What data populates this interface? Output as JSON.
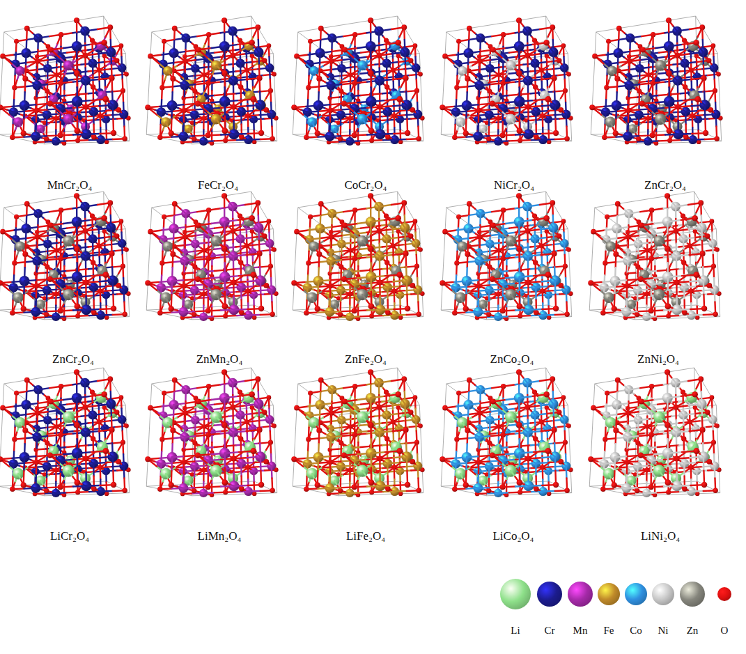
{
  "diagram": {
    "labels": [
      "MnCr₂O₄",
      "FeCr₂O₄",
      "CoCr₂O₄",
      "NiCr₂O₄",
      "ZnCr₂O₄",
      "ZnCr₂O₄",
      "ZnMn₂O₄",
      "ZnFe₂O₄",
      "ZnCo₂O₄",
      "ZnNi₂O₄",
      "LiCr₂O₄",
      "LiMn₂O₄",
      "LiFe₂O₄",
      "LiCo₂O₄",
      "LiNi₂O₄"
    ],
    "legend": [
      {
        "text": "Li",
        "color": "#8ee08a"
      },
      {
        "text": "Cr",
        "color": "#1c1c8e"
      },
      {
        "text": "Mn",
        "color": "#a52aa8"
      },
      {
        "text": "Fe",
        "color": "#c08a2a"
      },
      {
        "text": "Co",
        "color": "#2f90e0"
      },
      {
        "text": "Ni",
        "color": "#c8c8c8"
      },
      {
        "text": "Zn",
        "color": "#85857c"
      },
      {
        "text": "O",
        "color": "#e01010"
      }
    ]
  }
}
